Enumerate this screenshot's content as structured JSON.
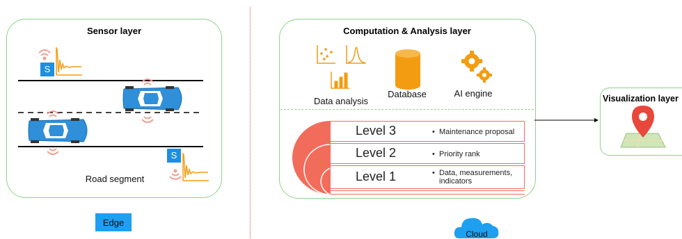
{
  "sensor_layer": {
    "title": "Sensor layer",
    "sensor_badge": "S",
    "road_label": "Road segment"
  },
  "edge_label": "Edge",
  "computation_layer": {
    "title": "Computation & Analysis layer",
    "data_analysis_label": "Data analysis",
    "database_label": "Database",
    "ai_engine_label": "AI engine",
    "levels": [
      {
        "name": "Level 3",
        "desc": "Maintenance proposal"
      },
      {
        "name": "Level 2",
        "desc": "Priority rank"
      },
      {
        "name": "Level 1",
        "desc": "Data, measurements, indicators"
      }
    ]
  },
  "cloud_label": "Cloud",
  "visualization_layer": {
    "title": "Visualization layer"
  },
  "colors": {
    "panel_border": "#8fd18a",
    "accent_orange": "#f39c12",
    "level_red": "#f26c5b",
    "sensor_blue": "#1e8fe0",
    "car_blue": "#2f8fd8",
    "wave_red": "#f0a090"
  }
}
